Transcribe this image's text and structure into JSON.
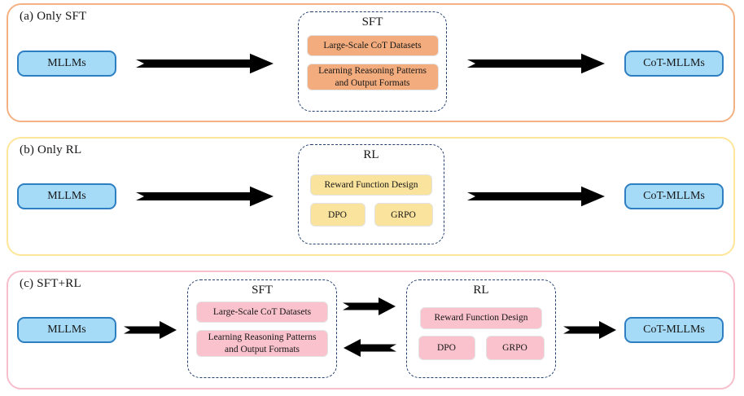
{
  "colors": {
    "panel_a_border": "#F4B183",
    "panel_b_border": "#FFE699",
    "panel_c_border": "#F7BECB",
    "model_box_fill": "#A6DBF7",
    "model_box_border": "#2E7FC2",
    "sft_item_fill": "#F2AC7E",
    "rl_item_fill": "#FAE39D",
    "sft_rl_item_fill": "#F9C2CC",
    "stage_dashed_border": "#24406E",
    "arrow_fill": "#CBCBCB"
  },
  "panels": [
    {
      "label": "(a) Only SFT",
      "source": "MLLMs",
      "target": "CoT-MLLMs",
      "stage": {
        "title": "SFT",
        "items": [
          "Large-Scale CoT Datasets",
          "Learning Reasoning Patterns and Output Formats"
        ]
      }
    },
    {
      "label": "(b) Only RL",
      "source": "MLLMs",
      "target": "CoT-MLLMs",
      "stage": {
        "title": "RL",
        "items": [
          "Reward Function Design"
        ],
        "sub_items": [
          "DPO",
          "GRPO"
        ]
      }
    },
    {
      "label": "(c) SFT+RL",
      "source": "MLLMs",
      "target": "CoT-MLLMs",
      "stage_sft": {
        "title": "SFT",
        "items": [
          "Large-Scale CoT Datasets",
          "Learning Reasoning Patterns and Output Formats"
        ]
      },
      "stage_rl": {
        "title": "RL",
        "items": [
          "Reward Function Design"
        ],
        "sub_items": [
          "DPO",
          "GRPO"
        ]
      }
    }
  ]
}
